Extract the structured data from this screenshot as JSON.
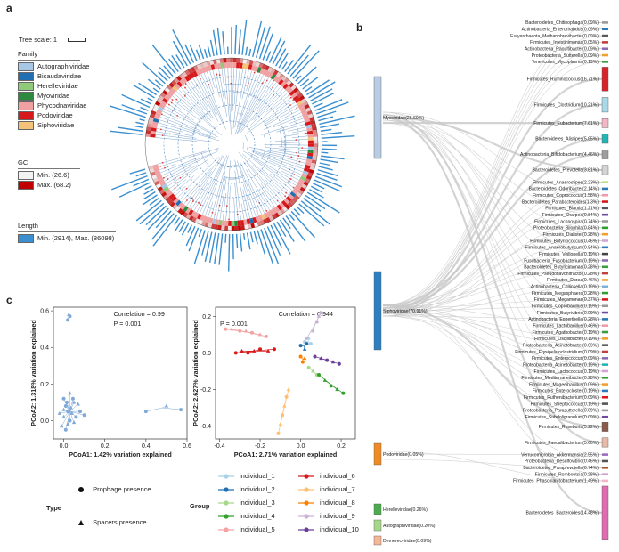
{
  "panel_a": {
    "letter": "a",
    "tree_scale": "Tree scale: 1",
    "family_title": "Family",
    "families": [
      {
        "name": "Autographiviridae",
        "color": "#a7c7e7"
      },
      {
        "name": "Bicaudaviridae",
        "color": "#1f6fb2"
      },
      {
        "name": "Herelleviridae",
        "color": "#8fc97a"
      },
      {
        "name": "Myoviridae",
        "color": "#2b8a3e"
      },
      {
        "name": "Phycodnaviridae",
        "color": "#f0a0a0"
      },
      {
        "name": "Podoviridae",
        "color": "#d7191c"
      },
      {
        "name": "Siphoviridae",
        "color": "#f5c27a"
      }
    ],
    "gc_title": "GC",
    "gc_min": "Min. (26.6)",
    "gc_max": "Max. (68.2)",
    "gc_min_color": "#f2f2f2",
    "gc_max_color": "#c00000",
    "length_title": "Length",
    "length_label": "Min. (2914), Max. (86098)",
    "length_color": "#3a8fd0"
  },
  "panel_b": {
    "letter": "b",
    "families": [
      {
        "label": "Myoviridae(26.69%)",
        "color": "#b8cce4"
      },
      {
        "label": "Siphoviridae(70.91%)",
        "color": "#2e7fc0"
      },
      {
        "label": "Podoviridae(0.05%)",
        "color": "#f08a24"
      },
      {
        "label": "Herelleviridae(0.26%)",
        "color": "#4cab4c"
      },
      {
        "label": "Autographiviridae(0.20%)",
        "color": "#a6d88a"
      },
      {
        "label": "Demerecviridae(0.09%)",
        "color": "#f5b894"
      }
    ],
    "taxa": [
      {
        "label": "Bacteroidetes_Chitinophaga(0.09%)",
        "color": "#9a9a9a",
        "big": false
      },
      {
        "label": "Actinobacteria_Enterorhabdus(0.09%)",
        "color": "#2b7bba",
        "big": false
      },
      {
        "label": "Euryarchaeota_Methanobrevibacter(0.09%)",
        "color": "#5a5a5a",
        "big": false
      },
      {
        "label": "Firmicutes_Intestinimonas(0.05%)",
        "color": "#c04040",
        "big": false
      },
      {
        "label": "Actinobacteria_Raoultibacter(0.09%)",
        "color": "#8c6bb1",
        "big": false
      },
      {
        "label": "Proteobacteria_Sutterella(0.09%)",
        "color": "#f0a030",
        "big": false
      },
      {
        "label": "Tenericutes_Mycoplasma(0.19%)",
        "color": "#3b9d3b",
        "big": false
      },
      {
        "label": "Firmicutes_Ruminococcus(16.71%)",
        "color": "#d7262b",
        "big": true
      },
      {
        "label": "Firmicutes_Clostridium(10.21%)",
        "color": "#a9d9e6",
        "big": true
      },
      {
        "label": "Firmicutes_Eubacterium(7.61%)",
        "color": "#f2b6c6",
        "big": true
      },
      {
        "label": "Bacteroidetes_Alistipes(5.65%)",
        "color": "#25b4b4",
        "big": true
      },
      {
        "label": "Actinobacteria_Bifidobacterium(4.46%)",
        "color": "#9e9e9e",
        "big": true
      },
      {
        "label": "Bacteroidetes_Prevotella(3.81%)",
        "color": "#d4d4d4",
        "big": true
      },
      {
        "label": "Firmicutes_Anaerostipes(2.23%)",
        "color": "#b9e28c",
        "big": false
      },
      {
        "label": "Bacteroidetes_Odoribacter(2.14%)",
        "color": "#2b7bba",
        "big": false
      },
      {
        "label": "Firmicutes_Coprococcus(1.58%)",
        "color": "#f39aa8",
        "big": false
      },
      {
        "label": "Bacteroidetes_Parabacteroides(1.3%)",
        "color": "#d7191c",
        "big": false
      },
      {
        "label": "Firmicutes_Blautia(1.21%)",
        "color": "#555555",
        "big": false
      },
      {
        "label": "Firmicutes_Sharpea(0.84%)",
        "color": "#6b4aa0",
        "big": false
      },
      {
        "label": "Firmicutes_Lachnospira(0.74%)",
        "color": "#9a9a9a",
        "big": false
      },
      {
        "label": "Proteobacteria_Bilophila(0.84%)",
        "color": "#2ca02c",
        "big": false
      },
      {
        "label": "Firmicutes_Dialister(0.28%)",
        "color": "#f0a030",
        "big": false
      },
      {
        "label": "Firmicutes_Butyricicoccus(0.46%)",
        "color": "#d4a4d4",
        "big": false
      },
      {
        "label": "Firmicutes_Anaerobutyricum(0.84%)",
        "color": "#2b7bba",
        "big": false
      },
      {
        "label": "Firmicutes_Veillonella(0.19%)",
        "color": "#444444",
        "big": false
      },
      {
        "label": "Fusobacteria_Fusobacterium(0.19%)",
        "color": "#8c6bb1",
        "big": false
      },
      {
        "label": "Bacteroidetes_Butyricimonas(0.28%)",
        "color": "#3b9d3b",
        "big": false
      },
      {
        "label": "Firmicutes_Pseudoflavonifractor(0.28%)",
        "color": "#c04040",
        "big": false
      },
      {
        "label": "Firmicutes_Dorea(0.46%)",
        "color": "#f0a030",
        "big": false
      },
      {
        "label": "Actinobacteria_Collinsella(0.19%)",
        "color": "#7fb3d5",
        "big": false
      },
      {
        "label": "Firmicutes_Megasphaera(0.28%)",
        "color": "#2ca02c",
        "big": false
      },
      {
        "label": "Firmicutes_Megamonas(0.37%)",
        "color": "#d7191c",
        "big": false
      },
      {
        "label": "Firmicutes_Coprobacillus(0.19%)",
        "color": "#9a9a9a",
        "big": false
      },
      {
        "label": "Firmicutes_Butyrivibrio(0.09%)",
        "color": "#6b4aa0",
        "big": false
      },
      {
        "label": "Actinobacteria_Eggerthella(0.28%)",
        "color": "#2b7bba",
        "big": false
      },
      {
        "label": "Firmicutes_Lactobacillus(0.46%)",
        "color": "#f39aa8",
        "big": false
      },
      {
        "label": "Firmicutes_Agathobacter(0.19%)",
        "color": "#3b9d3b",
        "big": false
      },
      {
        "label": "Firmicutes_Oscillibacter(0.19%)",
        "color": "#f0a030",
        "big": false
      },
      {
        "label": "Proteobacteria_Acinetobacter(0.09%)",
        "color": "#555555",
        "big": false
      },
      {
        "label": "Firmicutes_Erysipelatoclostridium(0.09%)",
        "color": "#c04040",
        "big": false
      },
      {
        "label": "Firmicutes_Enterococcus(0.09%)",
        "color": "#8c6bb1",
        "big": false
      },
      {
        "label": "Proteobacteria_Acinetobacter(0.19%)",
        "color": "#25b4b4",
        "big": false
      },
      {
        "label": "Firmicutes_Lactococcus(0.19%)",
        "color": "#d4a4d4",
        "big": false
      },
      {
        "label": "Firmicutes_Mediterraneibacter(0.28%)",
        "color": "#2ca02c",
        "big": false
      },
      {
        "label": "Firmicutes_Mageeibacillus(0.09%)",
        "color": "#f0a030",
        "big": false
      },
      {
        "label": "Firmicutes_Enterocloster(0.19%)",
        "color": "#2b7bba",
        "big": false
      },
      {
        "label": "Firmicutes_Ruthenibacterium(0.09%)",
        "color": "#d7191c",
        "big": false
      },
      {
        "label": "Firmicutes_Streptococcus(0.19%)",
        "color": "#555555",
        "big": false
      },
      {
        "label": "Proteobacteria_Parasutterella(0.09%)",
        "color": "#9a9a9a",
        "big": false
      },
      {
        "label": "Firmicutes_Subdoligranulum(0.09%)",
        "color": "#6b4aa0",
        "big": false
      },
      {
        "label": "Firmicutes_Roseburia(5.22%)",
        "color": "#8b5a4a",
        "big": true
      },
      {
        "label": "Firmicutes_Faecalibacterium(5.66%)",
        "color": "#e8b9a4",
        "big": true
      },
      {
        "label": "Verrucomicrobia_Akkermansia(2.55%)",
        "color": "#9b6bc1",
        "big": false
      },
      {
        "label": "Proteobacteria_Desulfovibrio(0.46%)",
        "color": "#555555",
        "big": false
      },
      {
        "label": "Bacteroidetes_Paraprevotella(0.74%)",
        "color": "#a0522d",
        "big": false
      },
      {
        "label": "Firmicutes_Romboutsia(0.28%)",
        "color": "#d4a4d4",
        "big": false
      },
      {
        "label": "Firmicutes_Phascolarctobacterium(1.49%)",
        "color": "#f2b6c6",
        "big": false
      },
      {
        "label": "Bacteroidetes_Bacteroides(14.48%)",
        "color": "#e06bb0",
        "big": true
      }
    ]
  },
  "panel_c": {
    "letter": "c",
    "legend_type_title": "Type",
    "type_items": [
      "Prophage presence",
      "Spacers presence"
    ],
    "legend_group_title": "Group",
    "groups": [
      {
        "name": "individual_1",
        "color": "#a8d0e6"
      },
      {
        "name": "individual_2",
        "color": "#1f6fb2"
      },
      {
        "name": "individual_3",
        "color": "#a6d88a"
      },
      {
        "name": "individual_4",
        "color": "#33a02c"
      },
      {
        "name": "individual_5",
        "color": "#f4a3a3"
      },
      {
        "name": "individual_6",
        "color": "#d7191c"
      },
      {
        "name": "individual_7",
        "color": "#fdbf6f"
      },
      {
        "name": "individual_8",
        "color": "#ff7f00"
      },
      {
        "name": "individual_9",
        "color": "#cab2d6"
      },
      {
        "name": "individual_10",
        "color": "#6a3d9a"
      }
    ]
  },
  "chart_data": [
    {
      "type": "scatter",
      "title": "",
      "annotation_corr": "Correlation = 0.99",
      "annotation_p": "P = 0.001",
      "xlabel": "PCoA1: 1.42% variation explained",
      "ylabel": "PCoA2: 1.318% variation explained",
      "xlim": [
        -0.05,
        0.6
      ],
      "ylim": [
        -0.1,
        0.62
      ],
      "xticks": [
        0,
        0.2,
        0.4,
        0.6
      ],
      "yticks": [
        0.0,
        0.2,
        0.4,
        0.6
      ],
      "xtick_labels": [
        "0.0",
        "0.2",
        "0.4",
        "0.6"
      ],
      "ytick_labels": [
        "0.0",
        "0.2",
        "0.4",
        "0.6"
      ],
      "series": [
        {
          "color": "#7fa9d6",
          "points": [
            [
              0.02,
              0.55
            ],
            [
              0.025,
              0.58
            ],
            [
              0.03,
              0.57
            ],
            [
              0.0,
              0.02
            ],
            [
              0.02,
              0.05
            ],
            [
              0.05,
              0.1
            ],
            [
              0.03,
              0.0
            ],
            [
              -0.01,
              -0.03
            ],
            [
              0.01,
              0.08
            ],
            [
              0.04,
              0.04
            ],
            [
              0.06,
              0.02
            ],
            [
              0.02,
              -0.02
            ],
            [
              0.0,
              0.12
            ],
            [
              0.03,
              0.15
            ],
            [
              0.08,
              0.05
            ],
            [
              0.05,
              -0.01
            ],
            [
              0.1,
              0.03
            ],
            [
              -0.02,
              0.04
            ],
            [
              0.015,
              0.1
            ],
            [
              0.035,
              0.07
            ],
            [
              0.01,
              -0.05
            ],
            [
              0.07,
              0.09
            ],
            [
              0.045,
              0.12
            ],
            [
              0.0,
              0.06
            ],
            [
              0.4,
              0.05
            ],
            [
              0.5,
              0.08
            ],
            [
              0.57,
              0.06
            ]
          ]
        }
      ]
    },
    {
      "type": "scatter",
      "title": "",
      "annotation_corr": "Correlation = 0.944",
      "annotation_p": "P = 0.001",
      "xlabel": "PCoA1: 2.71% variation explained",
      "ylabel": "PCoA2: 2.627% variation explained",
      "xlim": [
        -0.42,
        0.27
      ],
      "ylim": [
        -0.47,
        0.25
      ],
      "xticks": [
        -0.4,
        -0.2,
        0.0,
        0.2
      ],
      "yticks": [
        -0.4,
        -0.2,
        0.0,
        0.2
      ],
      "xtick_labels": [
        "-0.4",
        "-0.2",
        "0.0",
        "0.2"
      ],
      "ytick_labels": [
        "-0.4",
        "-0.2",
        "0.0",
        "0.2"
      ],
      "series": [
        {
          "name": "individual_5",
          "color": "#f4a3a3",
          "points": [
            [
              -0.37,
              0.13
            ],
            [
              -0.34,
              0.13
            ],
            [
              -0.3,
              0.12
            ],
            [
              -0.27,
              0.12
            ],
            [
              -0.24,
              0.11
            ],
            [
              -0.2,
              0.1
            ],
            [
              -0.17,
              0.09
            ]
          ]
        },
        {
          "name": "individual_6",
          "color": "#d7191c",
          "points": [
            [
              -0.32,
              0.0
            ],
            [
              -0.29,
              0.01
            ],
            [
              -0.26,
              0.0
            ],
            [
              -0.23,
              0.01
            ],
            [
              -0.2,
              0.02
            ],
            [
              -0.16,
              0.01
            ],
            [
              -0.13,
              0.02
            ]
          ]
        },
        {
          "name": "individual_7",
          "color": "#fdbf6f",
          "points": [
            [
              -0.11,
              -0.44
            ],
            [
              -0.1,
              -0.39
            ],
            [
              -0.09,
              -0.34
            ],
            [
              -0.08,
              -0.29
            ],
            [
              -0.07,
              -0.24
            ],
            [
              -0.06,
              -0.2
            ]
          ]
        },
        {
          "name": "individual_9",
          "color": "#cab2d6",
          "points": [
            [
              0.03,
              0.08
            ],
            [
              0.06,
              0.12
            ],
            [
              0.08,
              0.17
            ],
            [
              0.09,
              0.2
            ],
            [
              0.1,
              0.22
            ]
          ]
        },
        {
          "name": "individual_1",
          "color": "#a8d0e6",
          "points": [
            [
              0.02,
              0.06
            ],
            [
              0.04,
              0.08
            ],
            [
              0.05,
              0.05
            ]
          ]
        },
        {
          "name": "individual_2",
          "color": "#1f6fb2",
          "points": [
            [
              0.0,
              0.04
            ],
            [
              0.02,
              0.02
            ],
            [
              0.03,
              0.05
            ]
          ]
        },
        {
          "name": "individual_8",
          "color": "#ff7f00",
          "points": [
            [
              0.01,
              -0.05
            ],
            [
              0.02,
              -0.03
            ],
            [
              0.0,
              -0.02
            ]
          ]
        },
        {
          "name": "individual_3",
          "color": "#a6d88a",
          "points": [
            [
              0.04,
              -0.08
            ],
            [
              0.06,
              -0.1
            ],
            [
              0.08,
              -0.12
            ]
          ]
        },
        {
          "name": "individual_10",
          "color": "#6a3d9a",
          "points": [
            [
              0.07,
              -0.02
            ],
            [
              0.1,
              -0.03
            ],
            [
              0.13,
              -0.04
            ],
            [
              0.16,
              -0.05
            ],
            [
              0.19,
              -0.06
            ]
          ]
        },
        {
          "name": "individual_4",
          "color": "#33a02c",
          "points": [
            [
              0.09,
              -0.12
            ],
            [
              0.12,
              -0.15
            ],
            [
              0.15,
              -0.18
            ],
            [
              0.18,
              -0.2
            ],
            [
              0.21,
              -0.22
            ]
          ]
        }
      ]
    }
  ]
}
